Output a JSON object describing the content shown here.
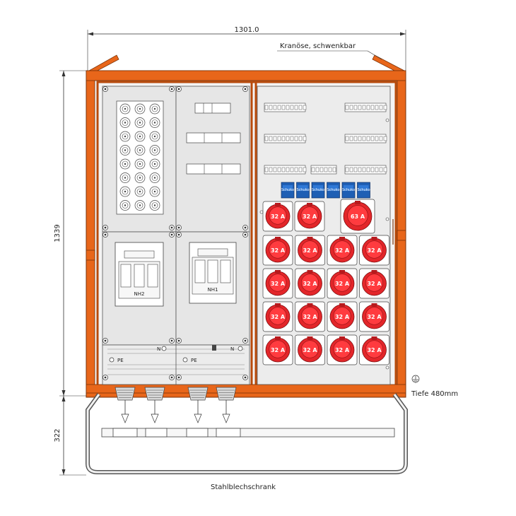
{
  "dimensions": {
    "width": "1301.0",
    "height": "1339",
    "base_height": "322"
  },
  "labels": {
    "crane_eye": "Kranöse, schwenkbar",
    "depth": "Tiefe 480mm",
    "cabinet_type": "Stahlblechschrank",
    "fuse_left": "NH2",
    "fuse_right": "NH1",
    "terminal_n": "N",
    "terminal_pe": "PE"
  },
  "sockets": {
    "large_label": "63 A",
    "small_label": "32 A",
    "schuko_label": "Schuko",
    "schuko_count": 6,
    "top_row_32a": 2,
    "rows_of_four": 4
  },
  "colors": {
    "frame": "#e8661a",
    "frame_dark": "#b84a0a",
    "socket_red": "#e3262a",
    "schuko_blue": "#1f5fb4",
    "panel_grey": "#e9e9e9"
  }
}
